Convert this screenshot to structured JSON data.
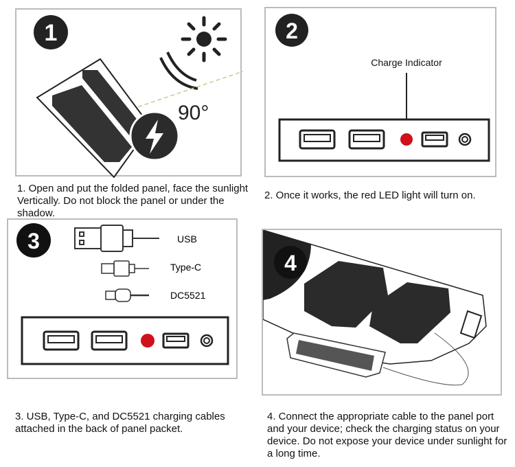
{
  "steps": [
    {
      "number": "1",
      "angle_label": "90°",
      "caption": "1. Open and put the folded panel, face the sunlight Vertically. Do not block the panel or under the shadow."
    },
    {
      "number": "2",
      "indicator_label": "Charge Indicator",
      "caption": "2. Once it works, the red LED light will turn on."
    },
    {
      "number": "3",
      "cable_labels": [
        "USB",
        "Type-C",
        "DC5521"
      ],
      "caption": "3. USB, Type-C, and DC5521 charging cables attached in the back of panel packet."
    },
    {
      "number": "4",
      "caption": "4. Connect the appropriate cable to the panel port and your device; check the charging status on your device. Do not expose your device under sunlight for a long time."
    }
  ],
  "colors": {
    "led": "#d0101a",
    "dark": "#2b2b2b"
  }
}
